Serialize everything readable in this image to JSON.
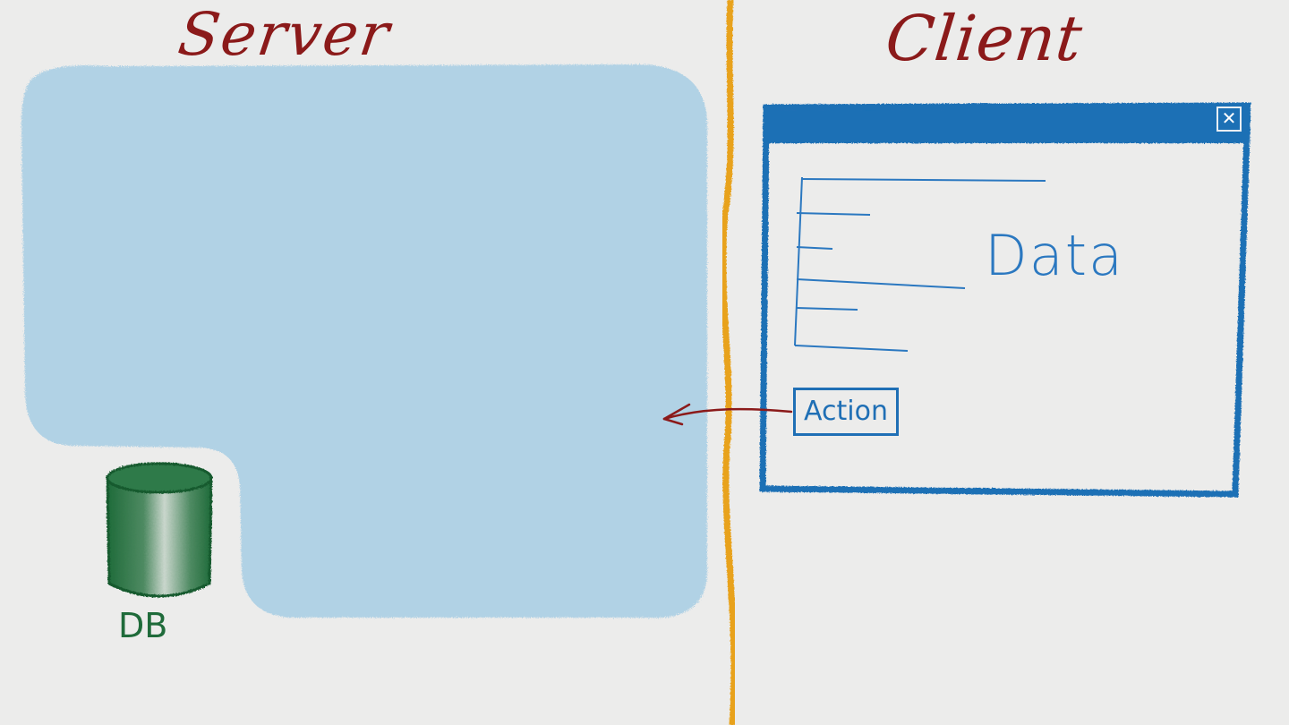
{
  "diagram": {
    "server": {
      "title": "Server",
      "database_label": "DB"
    },
    "client": {
      "title": "Client",
      "window": {
        "content_label": "Data",
        "action_button_label": "Action",
        "close_glyph": "✕"
      }
    },
    "colors": {
      "background": "#ececeb",
      "server_area": "#aed1e5",
      "divider": "#e8a21a",
      "title_text": "#8b1a1a",
      "window_frame": "#1f6fb5",
      "database": "#1f6b3a",
      "arrow": "#8b1a1a"
    },
    "icons": [
      "database-icon",
      "close-icon",
      "arrow-icon"
    ]
  }
}
